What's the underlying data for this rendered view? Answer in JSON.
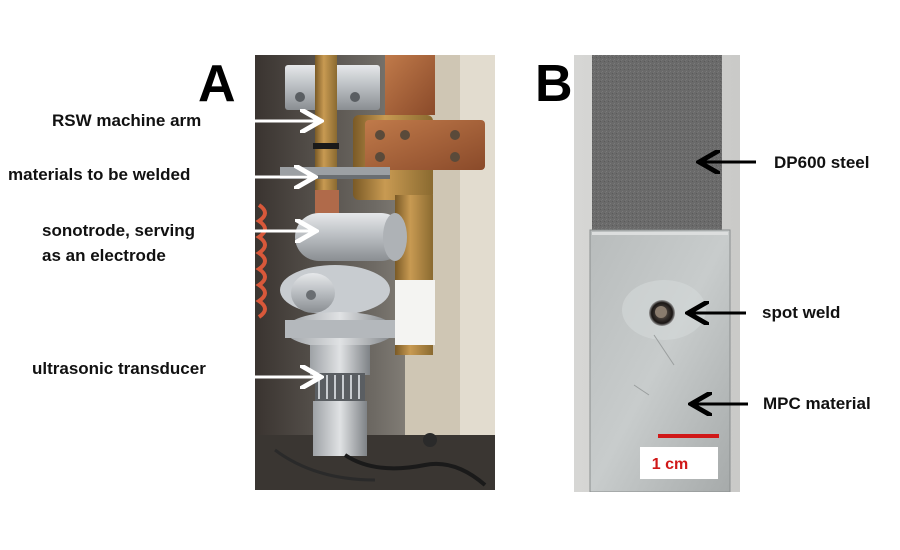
{
  "panel_a": {
    "letter": "A",
    "labels": {
      "arm": "RSW machine arm",
      "materials": "materials to be welded",
      "sonotrode_line1": "sonotrode, serving",
      "sonotrode_line2": "as an electrode",
      "transducer": "ultrasonic transducer"
    }
  },
  "panel_b": {
    "letter": "B",
    "labels": {
      "steel": "DP600 steel",
      "weld": "spot weld",
      "mpc": "MPC material"
    },
    "scale_bar": "1 cm"
  },
  "colors": {
    "scale_bar": "#d01818",
    "label_arrow_a": "#ffffff",
    "label_arrow_b": "#000000"
  }
}
